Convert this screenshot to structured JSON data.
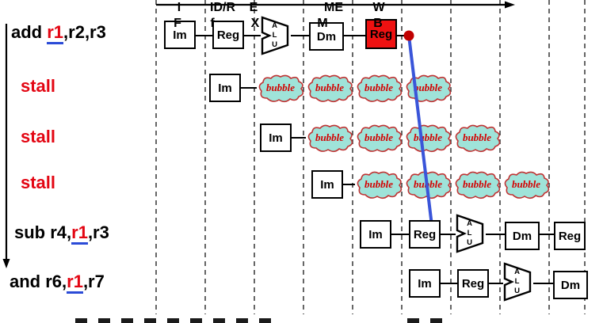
{
  "stage_headers": [
    {
      "l1": "I",
      "l2": "F"
    },
    {
      "l1": "ID/R",
      "l2": "f"
    },
    {
      "l1": "E",
      "l2": "X"
    },
    {
      "l1": "ME",
      "l2": "M"
    },
    {
      "l1": "W",
      "l2": "B"
    }
  ],
  "instructions": [
    {
      "pre": "add ",
      "reg": "r1",
      "post": ",r2,r3"
    },
    {
      "label": "stall"
    },
    {
      "label": "stall"
    },
    {
      "label": "stall"
    },
    {
      "pre": "sub r4,",
      "reg": "r1",
      "post": ",r3"
    },
    {
      "pre": "and r6,",
      "reg": "r1",
      "post": ",r7"
    }
  ],
  "units": {
    "im": "Im",
    "reg": "Reg",
    "alu": "ALU",
    "dm": "Dm"
  },
  "bubble": "bubble",
  "colors": {
    "stall_text": "#e30613",
    "hazard_reg_text": "#e30613",
    "hazard_underline": "#2b4bd7",
    "bubble_fill": "#9fe3d9",
    "bubble_text": "#d40000",
    "hazard_box_fill": "#ee1111",
    "dependency_line": "#3a55d9",
    "dependency_dot": "#c00000"
  }
}
